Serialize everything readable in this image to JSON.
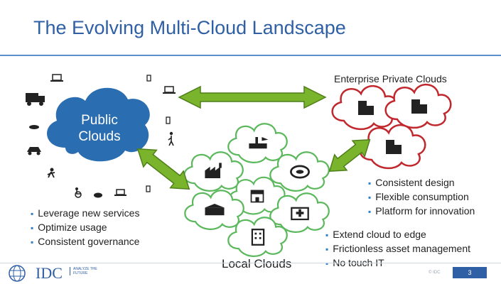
{
  "slide": {
    "title": "The Evolving Multi-Cloud Landscape",
    "page_number": "3",
    "copyright": "© IDC"
  },
  "logo": {
    "name": "IDC",
    "tagline": "ANALYZE THE FUTURE"
  },
  "clouds": {
    "public": {
      "line1": "Public",
      "line2": "Clouds"
    },
    "enterprise_label": "Enterprise Private Clouds",
    "local_label": "Local Clouds"
  },
  "bullets": {
    "public": [
      "Leverage new services",
      "Optimize usage",
      "Consistent governance"
    ],
    "enterprise": [
      "Consistent design",
      "Flexible consumption",
      "Platform for innovation"
    ],
    "local": [
      "Extend cloud to edge",
      "Frictionless asset management",
      "No touch IT"
    ]
  },
  "colors": {
    "title": "#2f5fa4",
    "public_cloud": "#2a6db0",
    "private_cloud_outline": "#c0282d",
    "local_cloud_outline": "#5cb85c",
    "arrow_fill": "#79b42c"
  },
  "icons": {
    "public_devices": [
      "laptop-icon",
      "truck-icon",
      "car-icon",
      "car-icon",
      "runner-icon",
      "wheelchair-icon",
      "robot-vacuum-icon",
      "laptop-icon",
      "phone-icon",
      "laptop-icon",
      "phone-icon",
      "walker-icon",
      "phone-icon"
    ],
    "enterprise_clouds": [
      "office-building-icon",
      "office-building-icon",
      "office-building-icon"
    ],
    "local_clouds": [
      "airport-icon",
      "factory-icon",
      "stadium-icon",
      "store-icon",
      "warehouse-icon",
      "hospital-icon",
      "office-tower-icon"
    ]
  }
}
